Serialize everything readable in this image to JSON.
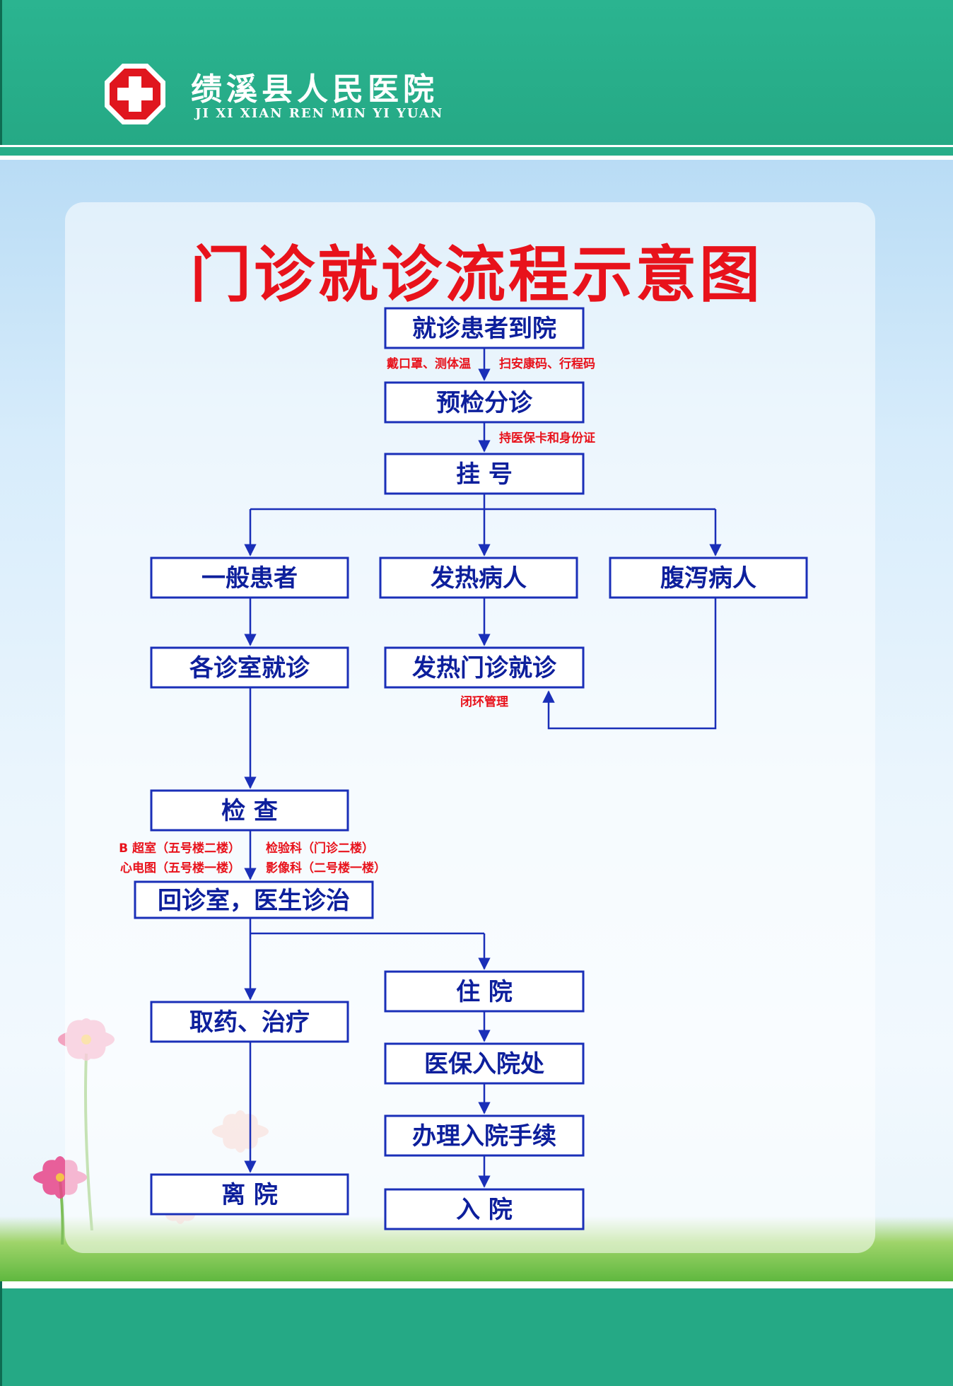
{
  "header": {
    "hospital_name": "绩溪县人民医院",
    "hospital_pinyin": "JI XI XIAN REN MIN YI YUAN"
  },
  "title": "门诊就诊流程示意图",
  "nodes": {
    "arrive": "就诊患者到院",
    "triage": "预检分诊",
    "register": "挂 号",
    "general": "一般患者",
    "fever": "发热病人",
    "diarrhea": "腹泻病人",
    "clinic": "各诊室就诊",
    "fever_clinic": "发热门诊就诊",
    "exam": "检 查",
    "return": "回诊室，医生诊治",
    "hospitalize": "住 院",
    "medicine": "取药、治疗",
    "insurance": "医保入院处",
    "procedures": "办理入院手续",
    "leave": "离 院",
    "admit": "入 院"
  },
  "notes": {
    "mask_temp": "戴口罩、测体温",
    "scan_codes": "扫安康码、行程码",
    "id_cards": "持医保卡和身份证",
    "closed_loop": "闭环管理",
    "b_ultrasound": "B 超室（五号楼二楼）",
    "ecg": "心电图（五号楼一楼）",
    "lab": "检验科（门诊二楼）",
    "imaging": "影像科（二号楼一楼）"
  },
  "colors": {
    "box_border": "#1a2fb8",
    "box_text": "#0d1f9c",
    "note": "#e8121b",
    "band": "#25a985"
  }
}
